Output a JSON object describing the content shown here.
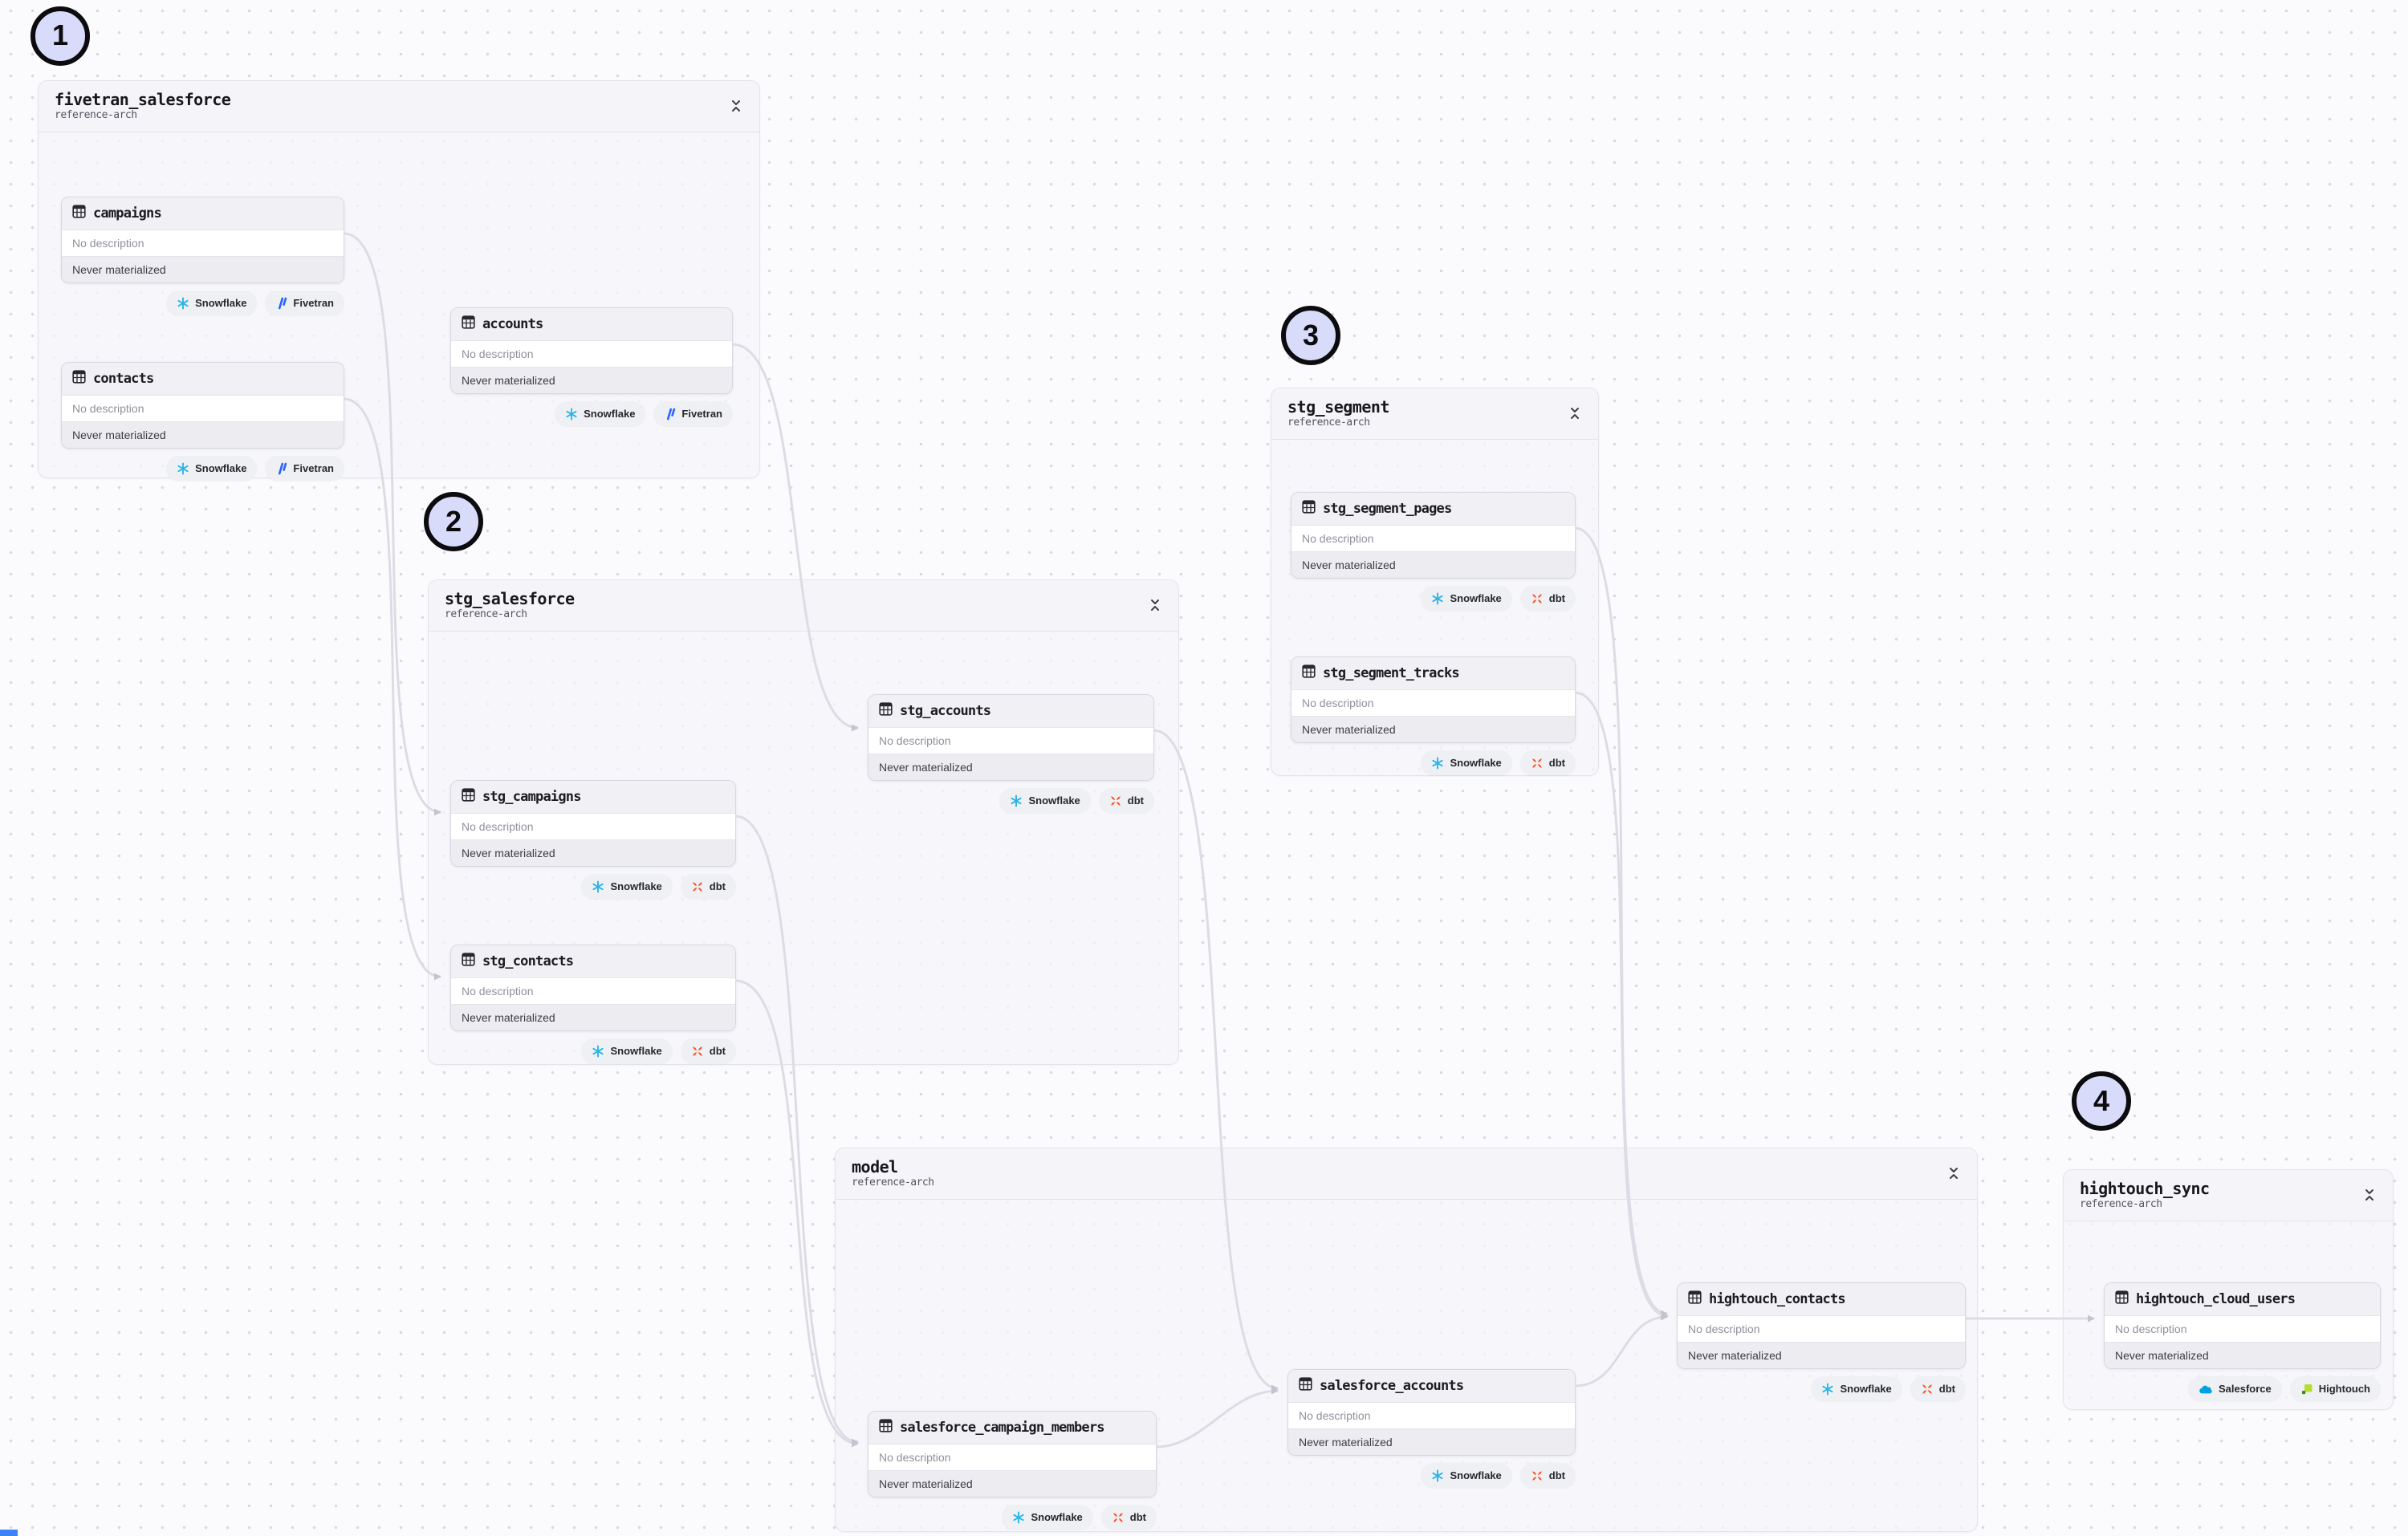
{
  "app": {
    "canvas_label": "data lineage canvas"
  },
  "annotations": [
    {
      "number": "1"
    },
    {
      "number": "2"
    },
    {
      "number": "3"
    },
    {
      "number": "4"
    }
  ],
  "groups": [
    {
      "title": "fivetran_salesforce",
      "subtitle": "reference-arch",
      "tables": [
        {
          "name": "campaigns",
          "description": "No description",
          "materialization": "Never materialized",
          "badges": [
            {
              "label": "Snowflake"
            },
            {
              "label": "Fivetran"
            }
          ]
        },
        {
          "name": "contacts",
          "description": "No description",
          "materialization": "Never materialized",
          "badges": [
            {
              "label": "Snowflake"
            },
            {
              "label": "Fivetran"
            }
          ]
        },
        {
          "name": "accounts",
          "description": "No description",
          "materialization": "Never materialized",
          "badges": [
            {
              "label": "Snowflake"
            },
            {
              "label": "Fivetran"
            }
          ]
        }
      ]
    },
    {
      "title": "stg_salesforce",
      "subtitle": "reference-arch",
      "tables": [
        {
          "name": "stg_accounts",
          "description": "No description",
          "materialization": "Never materialized",
          "badges": [
            {
              "label": "Snowflake"
            },
            {
              "label": "dbt"
            }
          ]
        },
        {
          "name": "stg_campaigns",
          "description": "No description",
          "materialization": "Never materialized",
          "badges": [
            {
              "label": "Snowflake"
            },
            {
              "label": "dbt"
            }
          ]
        },
        {
          "name": "stg_contacts",
          "description": "No description",
          "materialization": "Never materialized",
          "badges": [
            {
              "label": "Snowflake"
            },
            {
              "label": "dbt"
            }
          ]
        }
      ]
    },
    {
      "title": "stg_segment",
      "subtitle": "reference-arch",
      "tables": [
        {
          "name": "stg_segment_pages",
          "description": "No description",
          "materialization": "Never materialized",
          "badges": [
            {
              "label": "Snowflake"
            },
            {
              "label": "dbt"
            }
          ]
        },
        {
          "name": "stg_segment_tracks",
          "description": "No description",
          "materialization": "Never materialized",
          "badges": [
            {
              "label": "Snowflake"
            },
            {
              "label": "dbt"
            }
          ]
        }
      ]
    },
    {
      "title": "model",
      "subtitle": "reference-arch",
      "tables": [
        {
          "name": "salesforce_campaign_members",
          "description": "No description",
          "materialization": "Never materialized",
          "badges": [
            {
              "label": "Snowflake"
            },
            {
              "label": "dbt"
            }
          ]
        },
        {
          "name": "salesforce_accounts",
          "description": "No description",
          "materialization": "Never materialized",
          "badges": [
            {
              "label": "Snowflake"
            },
            {
              "label": "dbt"
            }
          ]
        },
        {
          "name": "hightouch_contacts",
          "description": "No description",
          "materialization": "Never materialized",
          "badges": [
            {
              "label": "Snowflake"
            },
            {
              "label": "dbt"
            }
          ]
        }
      ]
    },
    {
      "title": "hightouch_sync",
      "subtitle": "reference-arch",
      "tables": [
        {
          "name": "hightouch_cloud_users",
          "description": "No description",
          "materialization": "Never materialized",
          "badges": [
            {
              "label": "Salesforce"
            },
            {
              "label": "Hightouch"
            }
          ]
        }
      ]
    }
  ],
  "edges": [
    {
      "from": "campaigns",
      "to": "stg_campaigns"
    },
    {
      "from": "contacts",
      "to": "stg_contacts"
    },
    {
      "from": "accounts",
      "to": "stg_accounts"
    },
    {
      "from": "stg_campaigns",
      "to": "salesforce_campaign_members"
    },
    {
      "from": "stg_contacts",
      "to": "salesforce_campaign_members"
    },
    {
      "from": "stg_accounts",
      "to": "salesforce_accounts"
    },
    {
      "from": "salesforce_campaign_members",
      "to": "salesforce_accounts"
    },
    {
      "from": "salesforce_accounts",
      "to": "hightouch_contacts"
    },
    {
      "from": "stg_segment_pages",
      "to": "hightouch_contacts"
    },
    {
      "from": "stg_segment_tracks",
      "to": "hightouch_contacts"
    },
    {
      "from": "hightouch_contacts",
      "to": "hightouch_cloud_users"
    }
  ],
  "colors": {
    "snowflake": "#29b5e8",
    "fivetran": "#2963ff",
    "dbt": "#ff4a1f",
    "salesforce": "#00a1e0",
    "hightouch_light": "#b7dc2e",
    "hightouch_dark": "#3e8e1f",
    "edge": "#dcdce4",
    "annotation_fill": "#d8dbfa"
  }
}
